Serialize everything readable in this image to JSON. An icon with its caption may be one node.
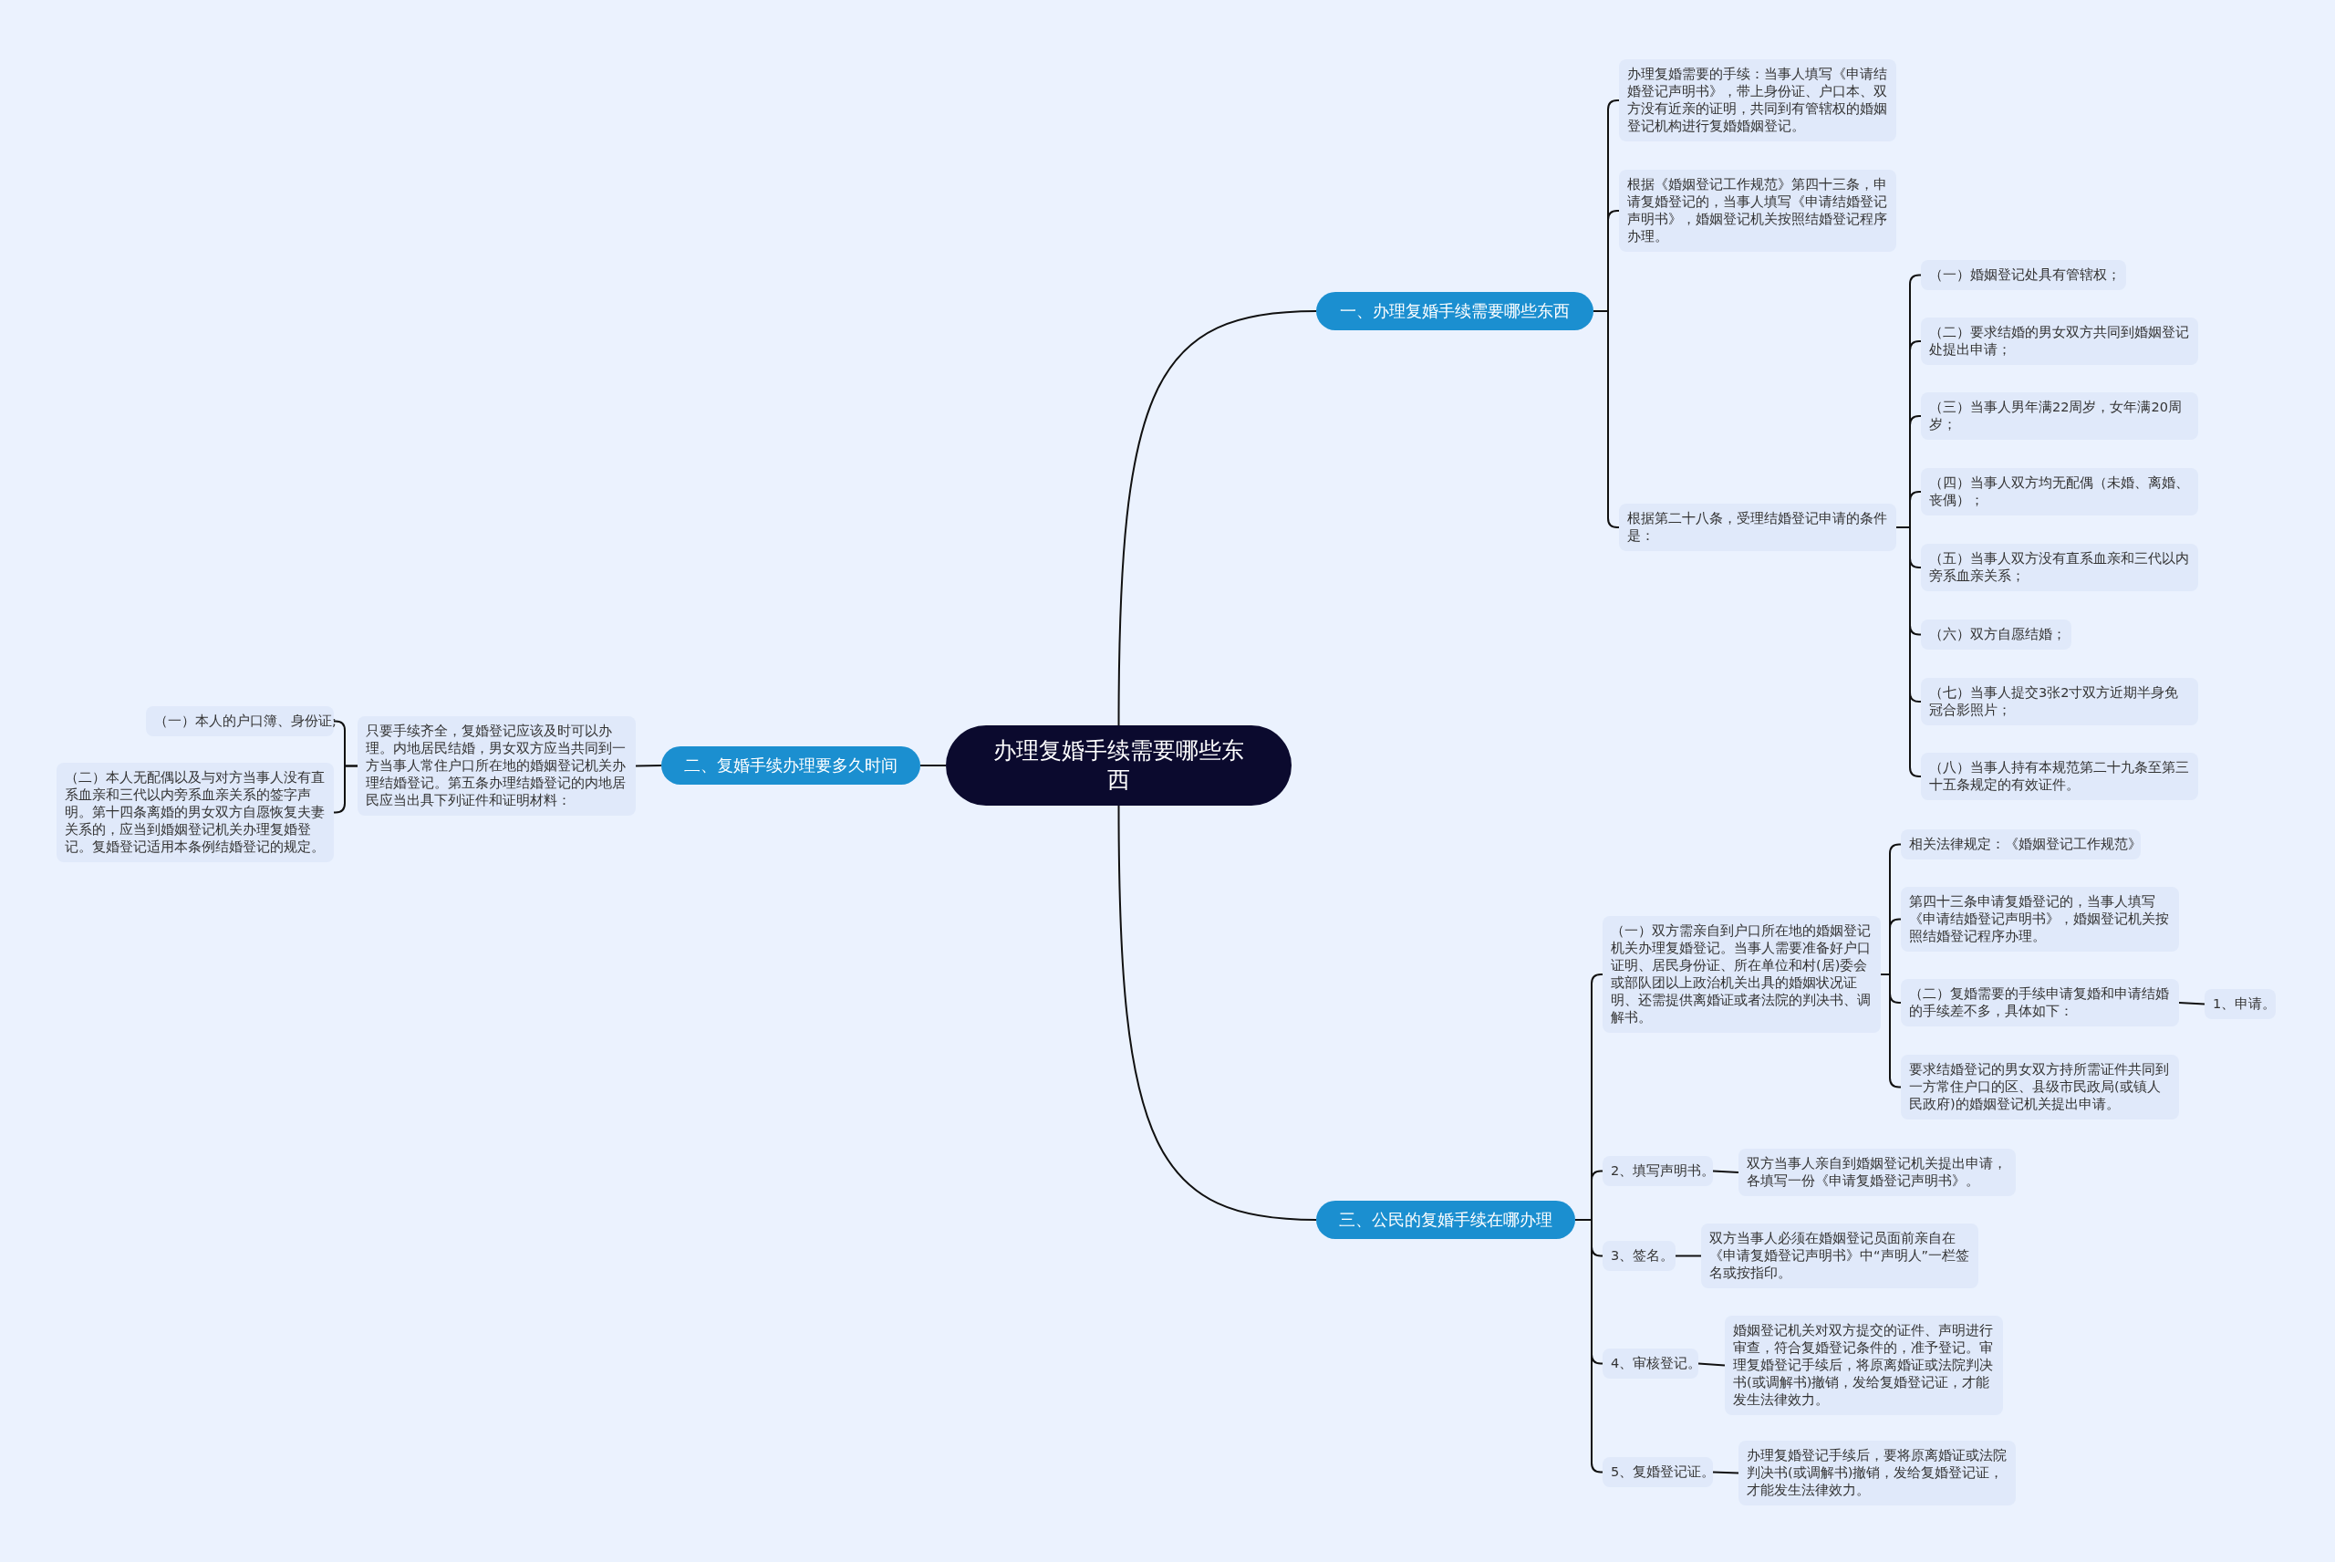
{
  "diagram": {
    "nodes": [
      {
        "text": [
          "办理复婚手续需要哪些东西"
        ]
      },
      {
        "text": [
          "一、办理复婚手续需要哪些东西"
        ]
      },
      {
        "text": [
          "二、复婚手续办理要多久时间"
        ]
      },
      {
        "text": [
          "三、公民的复婚手续在哪办理"
        ]
      },
      {
        "text": [
          "办理复婚需要的手续：当事人填写《申请结婚登记声明书》，带上身份证、户口本、双方没有近亲的证明，共同到有管辖权的婚姻登记机构进行复婚婚姻登记。"
        ]
      },
      {
        "text": [
          "根据《婚姻登记工作规范》第四十三条，申请复婚登记的，当事人填写《申请结婚登记声明书》，婚姻登记机关按照结婚登记程序办理。"
        ]
      },
      {
        "text": [
          "根据第二十八条，受理结婚登记申请的条件是："
        ]
      },
      {
        "text": [
          "（一）婚姻登记处具有管辖权；"
        ]
      },
      {
        "text": [
          "（二）要求结婚的男女双方共同到婚姻登记处提出申请；"
        ]
      },
      {
        "text": [
          "（三）当事人男年满22周岁，女年满20周岁；"
        ]
      },
      {
        "text": [
          "（四）当事人双方均无配偶（未婚、离婚、丧偶）；"
        ]
      },
      {
        "text": [
          "（五）当事人双方没有直系血亲和三代以内旁系血亲关系；"
        ]
      },
      {
        "text": [
          "（六）双方自愿结婚；"
        ]
      },
      {
        "text": [
          "（七）当事人提交3张2寸双方近期半身免冠合影照片；"
        ]
      },
      {
        "text": [
          "（八）当事人持有本规范第二十九条至第三十五条规定的有效证件。"
        ]
      },
      {
        "text": [
          "只要手续齐全，复婚登记应该及时可以办理。内地居民结婚，男女双方应当共同到一方当事人常住户口所在地的婚姻登记机关办理结婚登记。第五条办理结婚登记的内地居民应当出具下列证件和证明材料："
        ]
      },
      {
        "text": [
          "（一）本人的户口簿、身份证;"
        ]
      },
      {
        "text": [
          "（二）本人无配偶以及与对方当事人没有直系血亲和三代以内旁系血亲关系的签字声明。第十四条离婚的男女双方自愿恢复夫妻关系的，应当到婚姻登记机关办理复婚登记。复婚登记适用本条例结婚登记的规定。"
        ]
      },
      {
        "text": [
          "（一）双方需亲自到户口所在地的婚姻登记机关办理复婚登记。当事人需要准备好户口证明、居民身份证、所在单位和村(居)委会或部队团以上政治机关出具的婚姻状况证明、还需提供离婚证或者法院的判决书、调解书。"
        ]
      },
      {
        "text": [
          "相关法律规定：《婚姻登记工作规范》"
        ]
      },
      {
        "text": [
          "第四十三条申请复婚登记的，当事人填写《申请结婚登记声明书》，婚姻登记机关按照结婚登记程序办理。"
        ]
      },
      {
        "text": [
          "（二）复婚需要的手续申请复婚和申请结婚的手续差不多，具体如下："
        ]
      },
      {
        "text": [
          "1、申请。"
        ]
      },
      {
        "text": [
          "要求结婚登记的男女双方持所需证件共同到一方常住户口的区、县级市民政局(或镇人民政府)的婚姻登记机关提出申请。"
        ]
      },
      {
        "text": [
          "2、填写声明书。"
        ]
      },
      {
        "text": [
          "双方当事人亲自到婚姻登记机关提出申请，各填写一份《申请复婚登记声明书》。"
        ]
      },
      {
        "text": [
          "3、签名。"
        ]
      },
      {
        "text": [
          "双方当事人必须在婚姻登记员面前亲自在《申请复婚登记声明书》中“声明人”一栏签名或按指印。"
        ]
      },
      {
        "text": [
          "4、审核登记。"
        ]
      },
      {
        "text": [
          "婚姻登记机关对双方提交的证件、声明进行审查，符合复婚登记条件的，准予登记。审理复婚登记手续后，将原离婚证或法院判决书(或调解书)撤销，发给复婚登记证，才能发生法律效力。"
        ]
      },
      {
        "text": [
          "5、复婚登记证。"
        ]
      },
      {
        "text": [
          "办理复婚登记手续后，要将原离婚证或法院判决书(或调解书)撤销，发给复婚登记证，才能发生法律效力。"
        ]
      }
    ],
    "edges": [
      {
        "from": 0,
        "to": 1,
        "arrow": "none"
      },
      {
        "from": 0,
        "to": 2,
        "arrow": "none"
      },
      {
        "from": 0,
        "to": 3,
        "arrow": "none"
      },
      {
        "from": 1,
        "to": 4,
        "arrow": "none"
      },
      {
        "from": 1,
        "to": 5,
        "arrow": "none"
      },
      {
        "from": 1,
        "to": 6,
        "arrow": "none"
      },
      {
        "from": 6,
        "to": 7,
        "arrow": "none"
      },
      {
        "from": 6,
        "to": 8,
        "arrow": "none"
      },
      {
        "from": 6,
        "to": 9,
        "arrow": "none"
      },
      {
        "from": 6,
        "to": 10,
        "arrow": "none"
      },
      {
        "from": 6,
        "to": 11,
        "arrow": "none"
      },
      {
        "from": 6,
        "to": 12,
        "arrow": "none"
      },
      {
        "from": 6,
        "to": 13,
        "arrow": "none"
      },
      {
        "from": 6,
        "to": 14,
        "arrow": "none"
      },
      {
        "from": 2,
        "to": 15,
        "arrow": "none"
      },
      {
        "from": 15,
        "to": 16,
        "arrow": "none"
      },
      {
        "from": 15,
        "to": 17,
        "arrow": "none"
      },
      {
        "from": 3,
        "to": 18,
        "arrow": "none"
      },
      {
        "from": 3,
        "to": 24,
        "arrow": "none"
      },
      {
        "from": 3,
        "to": 26,
        "arrow": "none"
      },
      {
        "from": 3,
        "to": 28,
        "arrow": "none"
      },
      {
        "from": 3,
        "to": 30,
        "arrow": "none"
      },
      {
        "from": 18,
        "to": 19,
        "arrow": "none"
      },
      {
        "from": 18,
        "to": 20,
        "arrow": "none"
      },
      {
        "from": 18,
        "to": 21,
        "arrow": "none"
      },
      {
        "from": 18,
        "to": 23,
        "arrow": "none"
      },
      {
        "from": 21,
        "to": 22,
        "arrow": "none"
      },
      {
        "from": 24,
        "to": 25,
        "arrow": "none"
      },
      {
        "from": 26,
        "to": 27,
        "arrow": "none"
      },
      {
        "from": 28,
        "to": 29,
        "arrow": "none"
      },
      {
        "from": 30,
        "to": 31,
        "arrow": "none"
      }
    ]
  }
}
